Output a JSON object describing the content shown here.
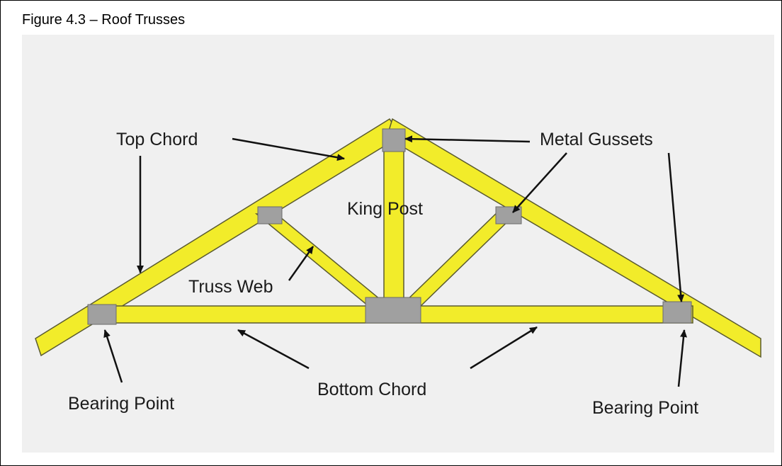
{
  "figure": {
    "caption": "Figure 4.3 – Roof Trusses"
  },
  "labels": {
    "top_chord": "Top Chord",
    "metal_gussets": "Metal Gussets",
    "king_post": "King Post",
    "truss_web": "Truss Web",
    "bearing_point_left": "Bearing Point",
    "bottom_chord": "Bottom Chord",
    "bearing_point_right": "Bearing Point"
  },
  "colors": {
    "lumber": "#f2ec2a",
    "outline": "#5a5a30",
    "gusset": "#a0a0a0",
    "arrow": "#111111",
    "background": "#f0f0f0"
  }
}
